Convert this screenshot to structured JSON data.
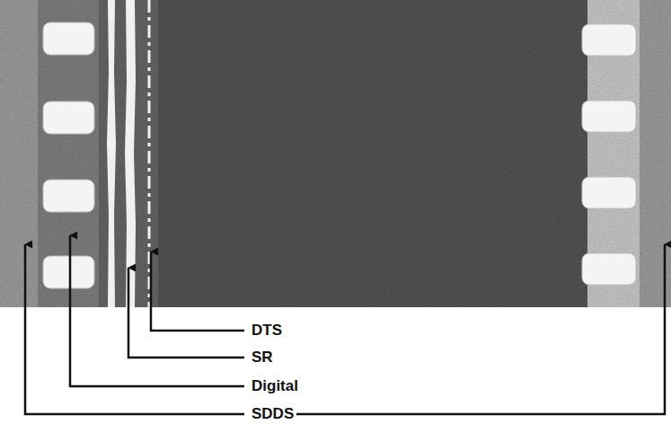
{
  "diagram": {
    "labels": [
      "DTS",
      "SR",
      "Digital",
      "SDDS"
    ]
  }
}
